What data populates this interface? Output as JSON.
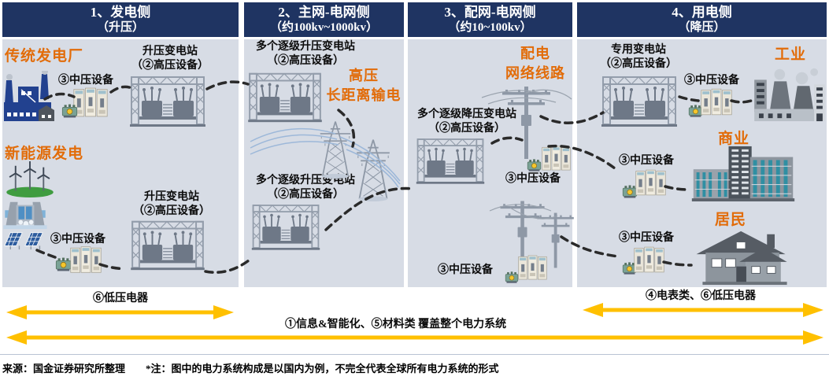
{
  "colors": {
    "header_bg": "#1f3462",
    "panel_bg": "#d7dce5",
    "accent_orange": "#e26c09",
    "arrow_yellow": "#ffc000"
  },
  "sections": [
    {
      "title": "1、发电侧",
      "subtitle": "（升压）",
      "traditional_plant": "传统发电厂",
      "mv_top": "③中压设备",
      "stepup_top_1": "升压变电站",
      "stepup_top_2": "（②高压设备）",
      "new_energy": "新能源发电",
      "mv_bottom": "③中压设备",
      "stepup_bottom_1": "升压变电站",
      "stepup_bottom_2": "（②高压设备）"
    },
    {
      "title": "2、主网-电网侧",
      "subtitle": "（约100kv~1000kv）",
      "multi_top_1": "多个逐级升压变电站",
      "multi_top_2": "（②高压设备）",
      "hv_1": "高压",
      "hv_2": "长距离输电",
      "multi_bottom_1": "多个逐级升压变电站",
      "multi_bottom_2": "（②高压设备）"
    },
    {
      "title": "3、配网-电网侧",
      "subtitle": "（约10~100kv）",
      "dist_1": "配电",
      "dist_2": "网络线路",
      "stepdown_1": "多个逐级降压变电站",
      "stepdown_2": "（②高压设备）",
      "mv_top": "③中压设备",
      "mv_bottom": "③中压设备"
    },
    {
      "title": "4、用电侧",
      "subtitle": "（降压）",
      "dedicated_1": "专用变电站",
      "dedicated_2": "（②高压设备）",
      "mv_industry": "③中压设备",
      "industry": "工业",
      "commerce": "商业",
      "mv_commerce": "③中压设备",
      "residents": "居民",
      "mv_residents": "③中压设备"
    }
  ],
  "bottom_arrows": {
    "left_label": "⑥低压电器",
    "right_label": "④电表类、⑥低压电器",
    "full_label": "①信息&智能化、⑤材料类 覆盖整个电力系统"
  },
  "footer": {
    "source": "来源：国金证券研究所整理",
    "note": "*注：图中的电力系统构成是以国内为例，不完全代表全球所有电力系统的形式"
  }
}
